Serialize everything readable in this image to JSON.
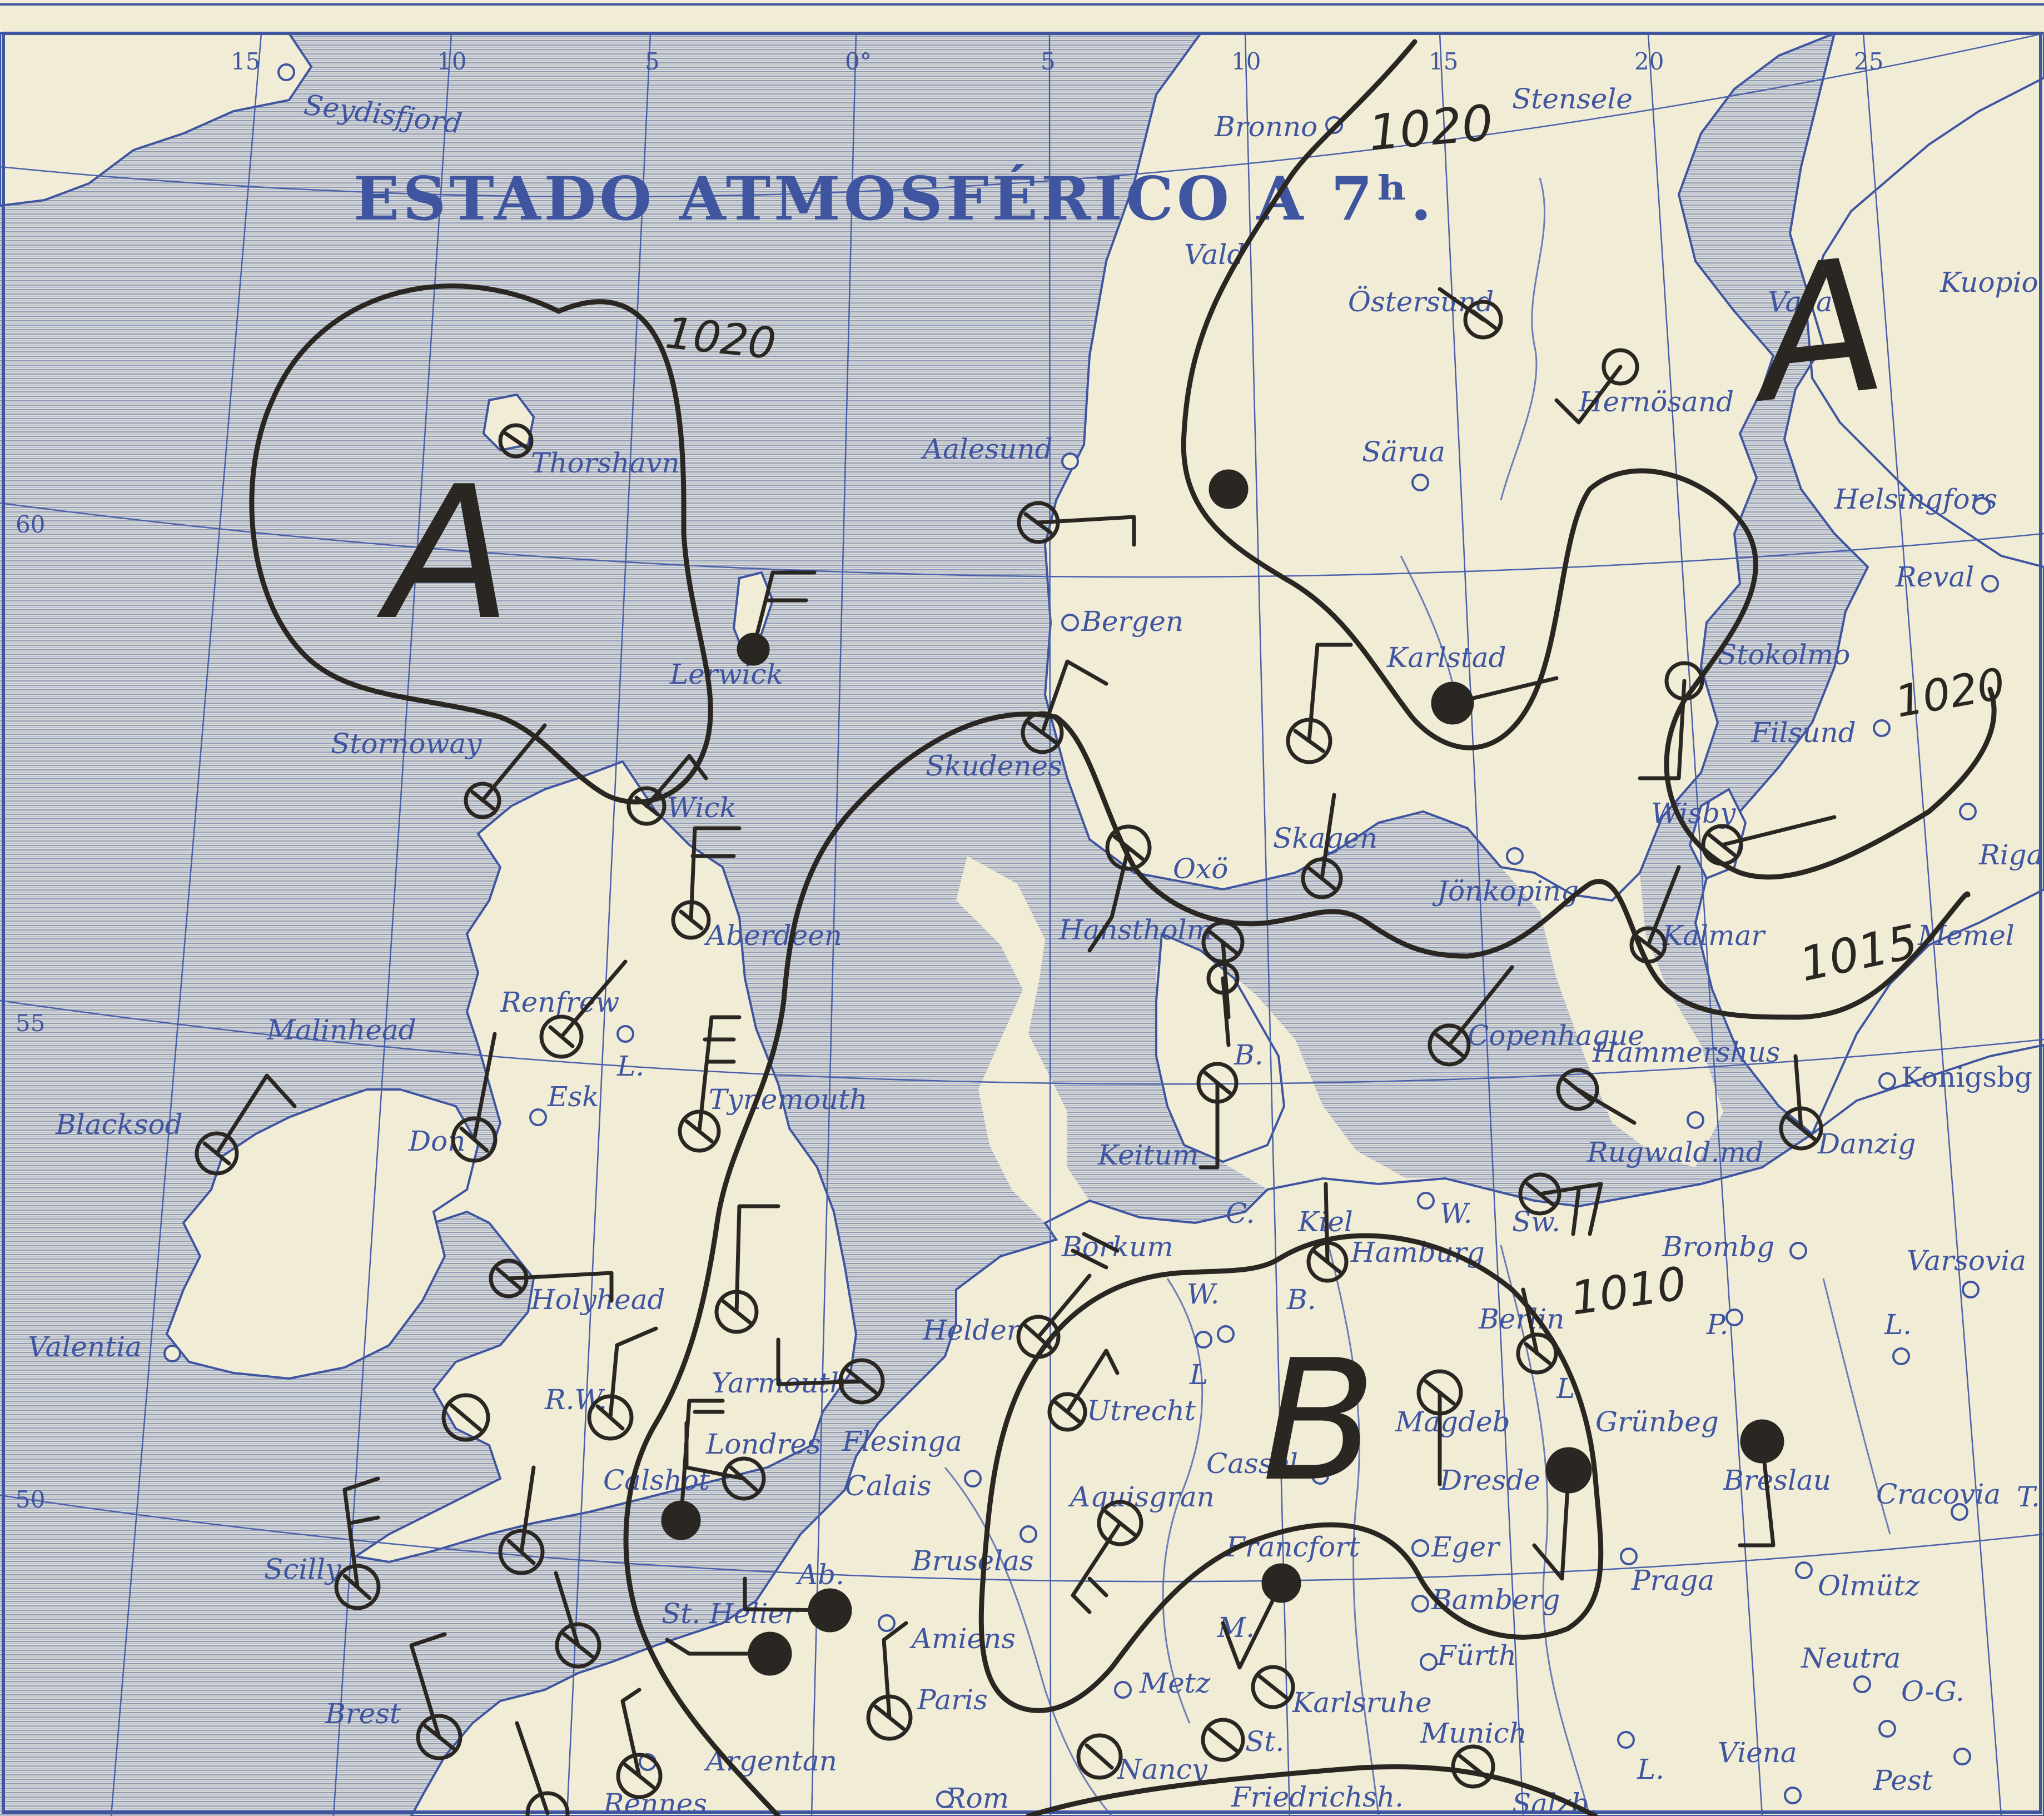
{
  "title": "ESTADO ATMOSFÉRICO A 7ʰ.",
  "longitude_ticks": [
    "15",
    "10",
    "5",
    "0°",
    "5",
    "10",
    "15",
    "20",
    "25"
  ],
  "latitude_ticks": [
    "60",
    "55",
    "50"
  ],
  "pressure_labels": {
    "isobar_1020_north": "1020",
    "isobar_1020_west": "1020",
    "isobar_1020_east": "1020",
    "isobar_1015": "1015",
    "isobar_1010": "1010"
  },
  "centers": {
    "high_west": "A",
    "high_east": "A",
    "low_center": "B"
  },
  "places": {
    "seydisfjord": "Seydisfjord",
    "bronno": "Bronno",
    "stensele": "Stensele",
    "vasa": "Vasa",
    "kuopio": "Kuopio",
    "valdo": "Vald",
    "ostersund": "Östersund",
    "hernosand": "Hernösand",
    "thorshavn": "Thorshavn",
    "aalesund": "Aalesund",
    "sarua": "Särua",
    "helsingfors": "Helsingfors",
    "reval": "Reval",
    "bergen": "Bergen",
    "lerwick": "Lerwick",
    "karlstad": "Karlstad",
    "stockolmo": "Stokolmo",
    "filsund": "Filsund",
    "stornoway": "Stornoway",
    "wick": "Wick",
    "skudenes": "Skudenes",
    "skagen": "Skagen",
    "oxo": "Oxö",
    "wisby": "Wisby",
    "riga": "Riga",
    "jonkoping": "Jönkoping",
    "aberdeen": "Aberdeen",
    "hanstholm": "Hanstholm",
    "kalmar": "Kalmar",
    "memel": "Memel",
    "malinhead": "Malinhead",
    "renfrew": "Renfrew",
    "copenhague": "Copenhague",
    "hammershus": "Hammershus",
    "konigsbg": "Konigsbg",
    "l_scot": "L.",
    "esk": "Esk",
    "tynemouth": "Tynemouth",
    "blacksod": "Blacksod",
    "don": "Don",
    "b_den": "B.",
    "keitum": "Keitum",
    "rugwaldmd": "Rugwald.md",
    "danzig": "Danzig",
    "c_mark": "C.",
    "kiel": "Kiel",
    "w_mark": "W.",
    "sw": "Sw.",
    "borkum": "Borkum",
    "hamburg": "Hamburg",
    "brombg": "Brombg",
    "varsovia": "Varsovia",
    "holyhead": "Holyhead",
    "w2": "W.",
    "b2": "B.",
    "valentia": "Valentia",
    "helder": "Helder",
    "berlin": "Berlin",
    "p_mark": "P.",
    "l_east": "L.",
    "l_neth": "L",
    "yarmouth": "Yarmouth",
    "rw": "R.W.",
    "utrecht": "Utrecht",
    "magdeb": "Magdeb",
    "l_germ": "L.",
    "grunbeg": "Grünbeg",
    "londres": "Londres",
    "flesinga": "Flesinga",
    "cassel": "Cassel",
    "calshot": "Calshot",
    "calais": "Calais",
    "aquisgran": "Aquisgran",
    "dresde": "Dresde",
    "breslau": "Breslau",
    "cracovia": "Cracovia",
    "t_mark": "T.",
    "scilly": "Scilly",
    "bruselas": "Bruselas",
    "francfort": "Francfort",
    "eger": "Eger",
    "ab": "Ab.",
    "sthelier": "St. Helier",
    "bamberg": "Bamberg",
    "praga": "Praga",
    "olmutz": "Olmütz",
    "amiens": "Amiens",
    "m_mark": "M.",
    "furth": "Fürth",
    "neutra": "Neutra",
    "brest": "Brest",
    "paris": "Paris",
    "metz": "Metz",
    "karlsruhe": "Karlsruhe",
    "og": "O-G.",
    "munich": "Munich",
    "viena": "Viena",
    "argentan": "Argentan",
    "nancy": "Nancy",
    "st": "St.",
    "l_aus": "L.",
    "pest": "Pest",
    "rennes": "Rennes",
    "rom": "Rom",
    "friedrichs": "Friedrichsh.",
    "salzb": "Salzb."
  },
  "colors": {
    "paper": "#f1ecd6",
    "sea_hatch": "#9aa5c0",
    "map_ink": "#3f55a0",
    "hand_ink": "#2a2622"
  }
}
